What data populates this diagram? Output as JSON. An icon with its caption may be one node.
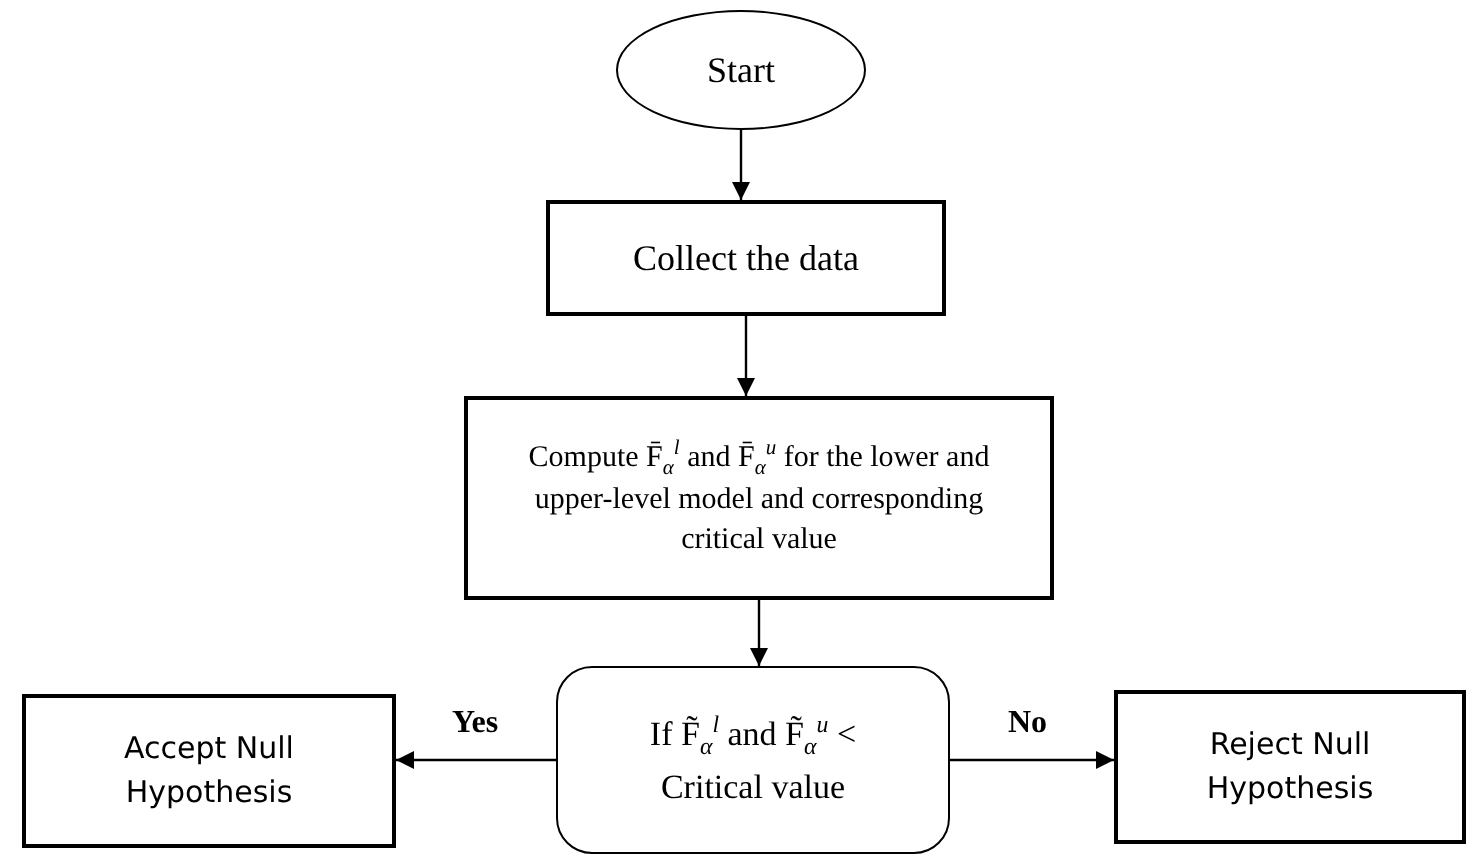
{
  "diagram": {
    "nodes": [
      {
        "text": [
          "Start"
        ]
      },
      {
        "text": [
          "Collect the data"
        ]
      },
      {
        "text": [
          "Compute F̄$_{α}$$^{l}$ and  F̄$_{α}$$^{u}$ for the lower and upper-level model and corresponding critical value"
        ]
      },
      {
        "text": [
          "If F̃$_{α}$$^{l}$ and F̃$_{α}$$^{u}$ < Critical value"
        ]
      },
      {
        "text": [
          "Accept Null Hypothesis"
        ]
      },
      {
        "text": [
          "Reject Null Hypothesis"
        ]
      }
    ],
    "edges": [
      {
        "from": 0,
        "to": 1,
        "arrow": "to"
      },
      {
        "from": 1,
        "to": 2,
        "arrow": "to"
      },
      {
        "from": 2,
        "to": 3,
        "arrow": "to"
      },
      {
        "from": 3,
        "to": 4,
        "arrow": "to",
        "label": "Yes"
      },
      {
        "from": 3,
        "to": 5,
        "arrow": "to",
        "label": "No"
      }
    ]
  }
}
